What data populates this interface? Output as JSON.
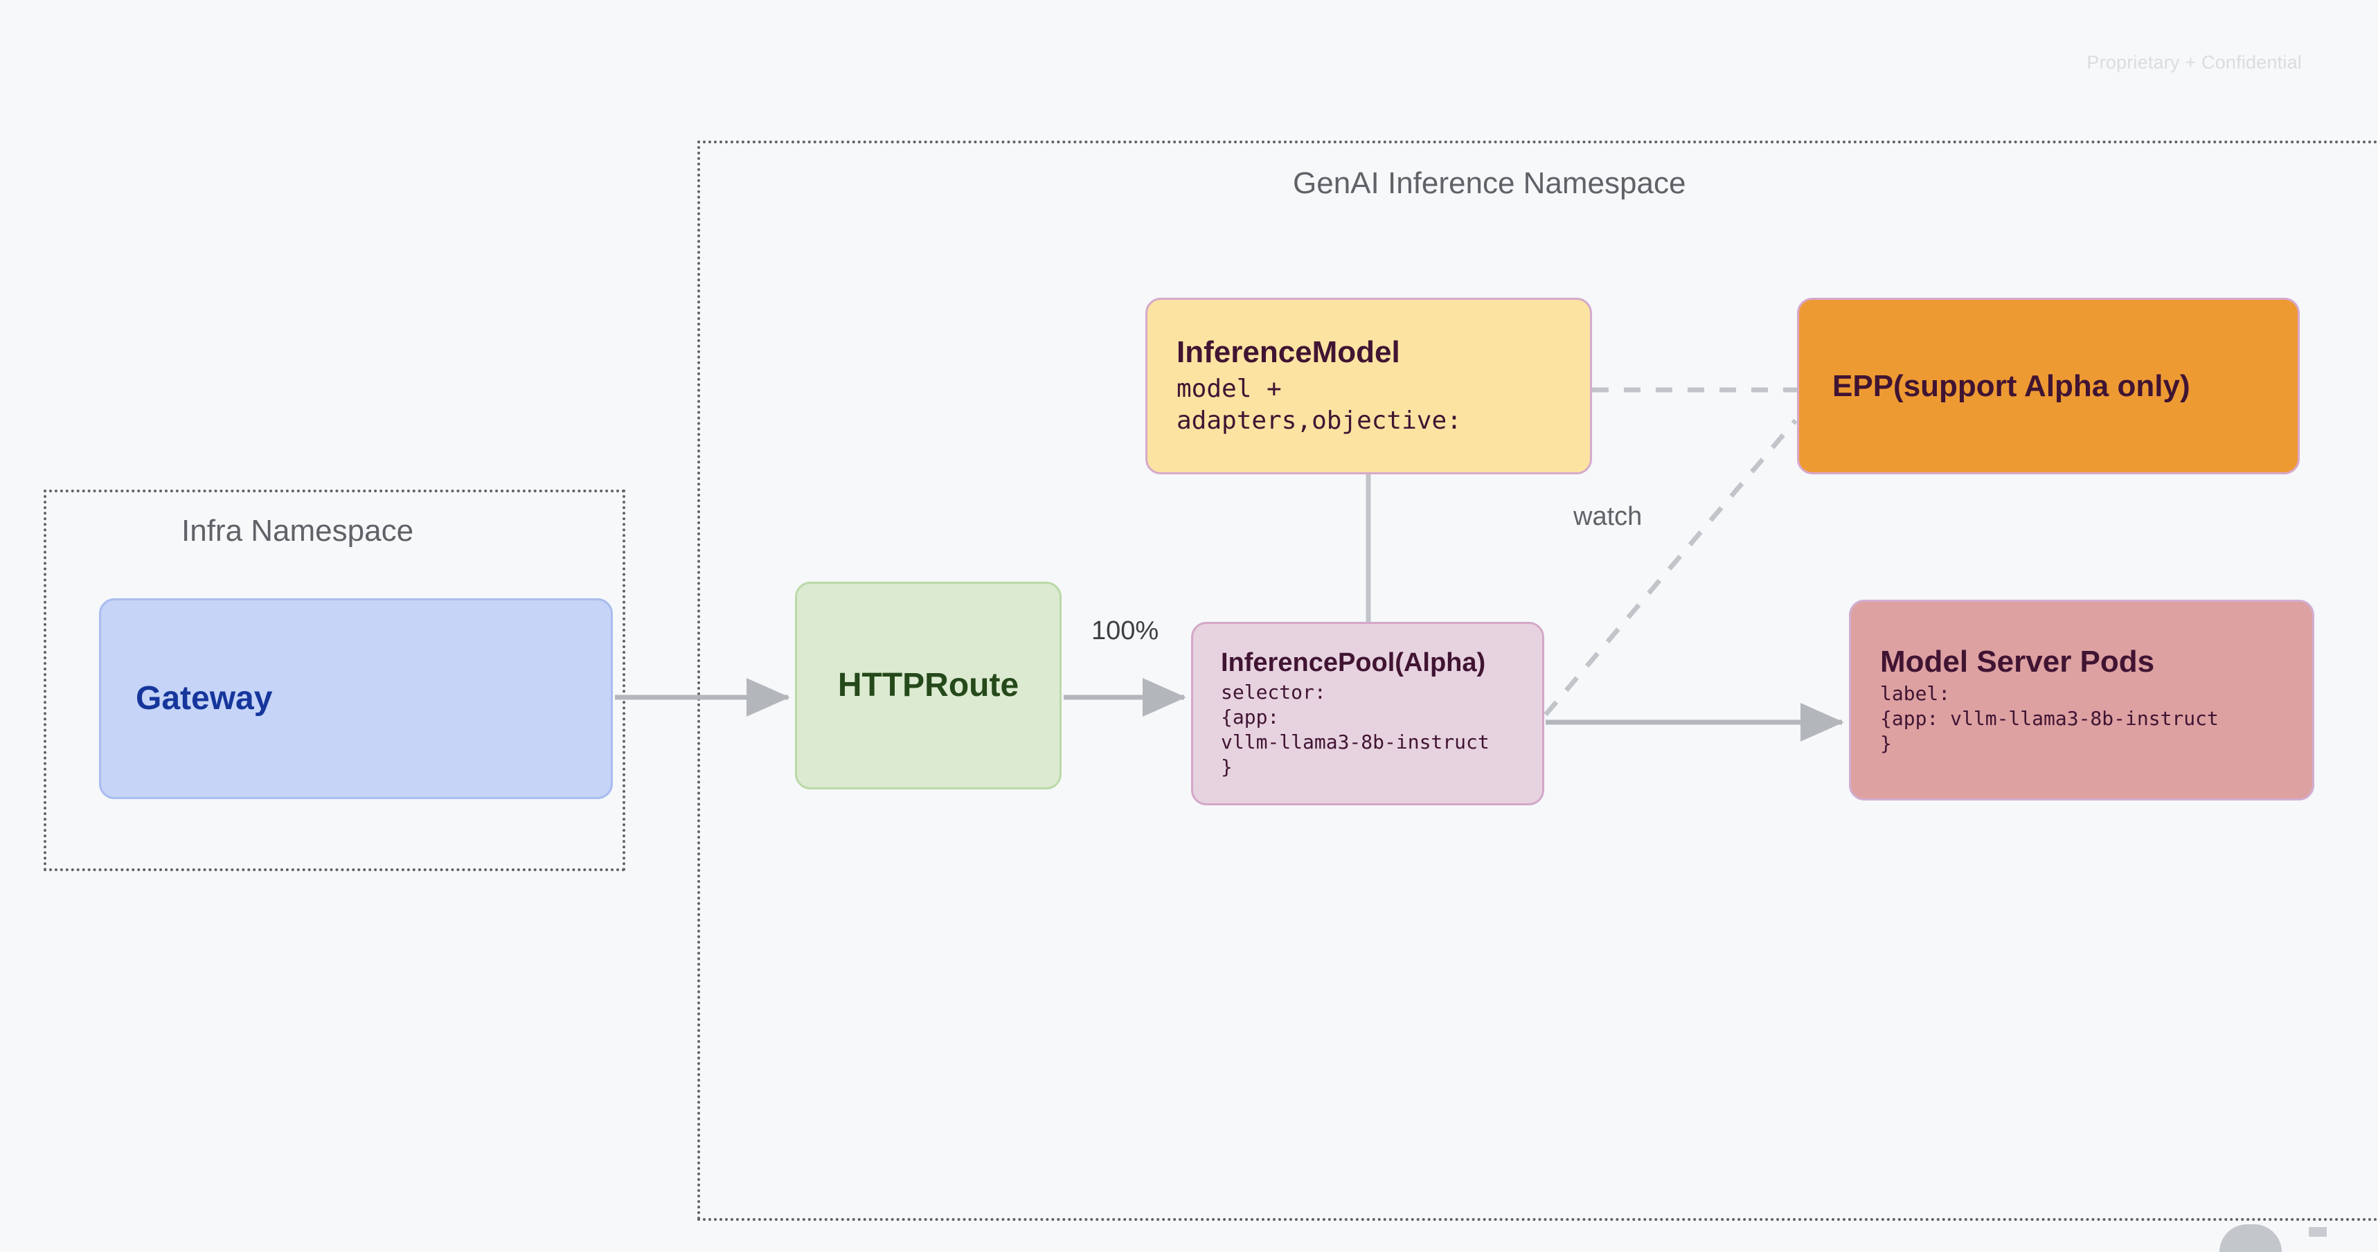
{
  "page": {
    "watermark": "Proprietary + Confidential",
    "background_color": "#f6f8fa"
  },
  "namespaces": [
    {
      "id": "infra",
      "title": "Infra Namespace",
      "border_style": "dotted",
      "border_color": "#5f6368"
    },
    {
      "id": "genai",
      "title": "GenAI Inference Namespace",
      "border_style": "dotted",
      "border_color": "#5f6368"
    }
  ],
  "nodes": {
    "gateway": {
      "title": "Gateway",
      "fill": "#c5d4f7",
      "stroke": "#aabcef",
      "text_color": "#16369c"
    },
    "httproute": {
      "title": "HTTPRoute",
      "fill": "#dbead0",
      "stroke": "#bbd9a8",
      "text_color": "#25491a"
    },
    "inferencemodel": {
      "title": "InferenceModel",
      "line1": "model +",
      "line2": "adapters,objective:",
      "fill": "#fbe3a2",
      "stroke": "#d5aacb",
      "text_color": "#401432"
    },
    "inferencepool": {
      "title": "InferencePool(Alpha)",
      "line1": "selector:",
      "line2": "{app:",
      "line3": "vllm-llama3-8b-instruct",
      "line4": "}",
      "fill": "#e7d3e0",
      "stroke": "#d3a7c7",
      "text_color": "#401432"
    },
    "epp": {
      "title": "EPP(support Alpha only)",
      "fill": "#ee9a33",
      "stroke": "#d8a7cb",
      "text_color": "#401432"
    },
    "modelserverpods": {
      "title": "Model Server Pods",
      "line1": "label:",
      "line2": "{app: vllm-llama3-8b-instruct",
      "line3": "}",
      "fill": "#dda1a2",
      "stroke": "#d2add0",
      "text_color": "#401432"
    }
  },
  "edges": {
    "gateway_to_httproute": {
      "label": "",
      "style": "solid",
      "arrow": true
    },
    "httproute_to_inferencepool": {
      "label": "100%",
      "style": "solid",
      "arrow": true
    },
    "inferencemodel_to_inferencepool": {
      "label": "",
      "style": "solid",
      "arrow": false
    },
    "inferencemodel_to_epp": {
      "label": "",
      "style": "dashed",
      "arrow": false
    },
    "inferencepool_to_epp": {
      "label": "watch",
      "style": "dashed",
      "arrow": false
    },
    "inferencepool_to_modelserverpods": {
      "label": "",
      "style": "solid",
      "arrow": true
    }
  },
  "colors": {
    "connector": "#b3b7bc",
    "namespace_border": "#5f6368",
    "watermark": "#dadce0"
  }
}
